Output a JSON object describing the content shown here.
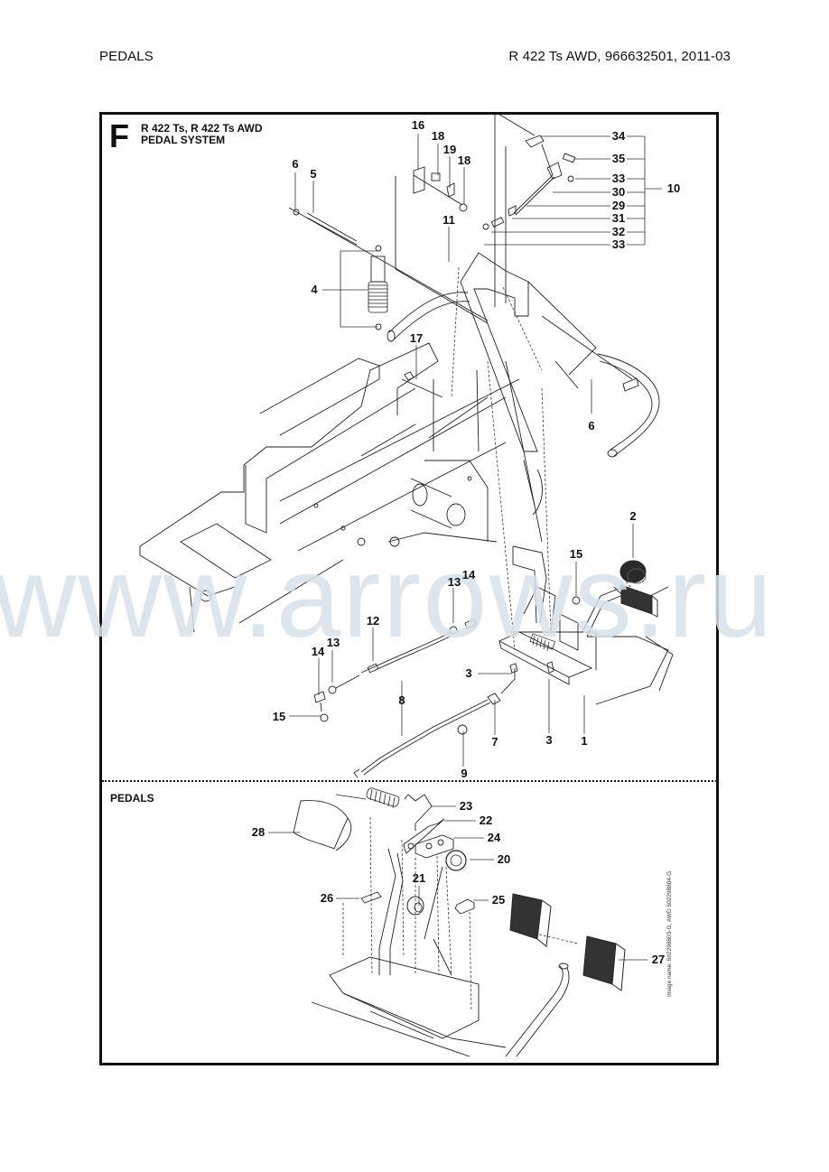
{
  "header": {
    "section": "PEDALS",
    "model_info": "R 422 Ts AWD, 966632501, 2011-03"
  },
  "panel": {
    "letter": "F",
    "title_line1": "R 422 Ts, R 422 Ts AWD",
    "title_line2": "PEDAL SYSTEM",
    "subsection_title": "PEDALS",
    "image_name": "Image name: 502298803-G, AWD 502298804-G"
  },
  "watermark": "www.arrows.ru",
  "part_labels": [
    {
      "id": "lbl-16",
      "text": "16"
    },
    {
      "id": "lbl-18a",
      "text": "18"
    },
    {
      "id": "lbl-19",
      "text": "19"
    },
    {
      "id": "lbl-18b",
      "text": "18"
    },
    {
      "id": "lbl-11",
      "text": "11"
    },
    {
      "id": "lbl-34",
      "text": "34"
    },
    {
      "id": "lbl-35",
      "text": "35"
    },
    {
      "id": "lbl-33a",
      "text": "33"
    },
    {
      "id": "lbl-30",
      "text": "30"
    },
    {
      "id": "lbl-29",
      "text": "29"
    },
    {
      "id": "lbl-31",
      "text": "31"
    },
    {
      "id": "lbl-32",
      "text": "32"
    },
    {
      "id": "lbl-33b",
      "text": "33"
    },
    {
      "id": "lbl-10",
      "text": "10"
    },
    {
      "id": "lbl-6a",
      "text": "6"
    },
    {
      "id": "lbl-5",
      "text": "5"
    },
    {
      "id": "lbl-4",
      "text": "4"
    },
    {
      "id": "lbl-17",
      "text": "17"
    },
    {
      "id": "lbl-6b",
      "text": "6"
    },
    {
      "id": "lbl-2",
      "text": "2"
    },
    {
      "id": "lbl-15a",
      "text": "15"
    },
    {
      "id": "lbl-13a",
      "text": "13"
    },
    {
      "id": "lbl-14a",
      "text": "14"
    },
    {
      "id": "lbl-12",
      "text": "12"
    },
    {
      "id": "lbl-14b",
      "text": "14"
    },
    {
      "id": "lbl-13b",
      "text": "13"
    },
    {
      "id": "lbl-3a",
      "text": "3"
    },
    {
      "id": "lbl-15b",
      "text": "15"
    },
    {
      "id": "lbl-8",
      "text": "8"
    },
    {
      "id": "lbl-7",
      "text": "7"
    },
    {
      "id": "lbl-3b",
      "text": "3"
    },
    {
      "id": "lbl-1",
      "text": "1"
    },
    {
      "id": "lbl-9",
      "text": "9"
    },
    {
      "id": "lbl-23",
      "text": "23"
    },
    {
      "id": "lbl-22",
      "text": "22"
    },
    {
      "id": "lbl-24",
      "text": "24"
    },
    {
      "id": "lbl-28",
      "text": "28"
    },
    {
      "id": "lbl-20",
      "text": "20"
    },
    {
      "id": "lbl-21",
      "text": "21"
    },
    {
      "id": "lbl-26",
      "text": "26"
    },
    {
      "id": "lbl-25",
      "text": "25"
    },
    {
      "id": "lbl-27",
      "text": "27"
    }
  ]
}
